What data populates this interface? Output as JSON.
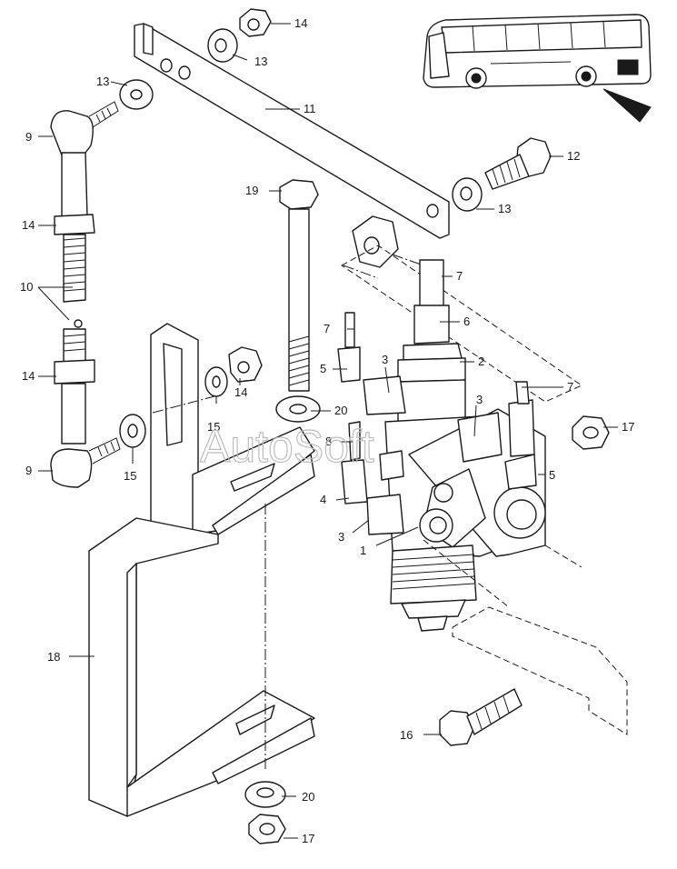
{
  "callouts": {
    "c1": "1",
    "c2": "2",
    "c3a": "3",
    "c3b": "3",
    "c3c": "3",
    "c4": "4",
    "c5a": "5",
    "c5b": "5",
    "c6": "6",
    "c7a": "7",
    "c7b": "7",
    "c7c": "7",
    "c8": "8",
    "c9a": "9",
    "c9b": "9",
    "c10": "10",
    "c11": "11",
    "c12": "12",
    "c13a": "13",
    "c13b": "13",
    "c13c": "13",
    "c14a": "14",
    "c14b": "14",
    "c14c": "14",
    "c14d": "14",
    "c15a": "15",
    "c15b": "15",
    "c16": "16",
    "c17a": "17",
    "c17b": "17",
    "c18": "18",
    "c19": "19",
    "c20a": "20",
    "c20b": "20"
  },
  "watermark": "AutoSoft",
  "icons": {
    "bus": "coach-bus-icon",
    "view_arrow": "view-direction-arrow-icon"
  }
}
